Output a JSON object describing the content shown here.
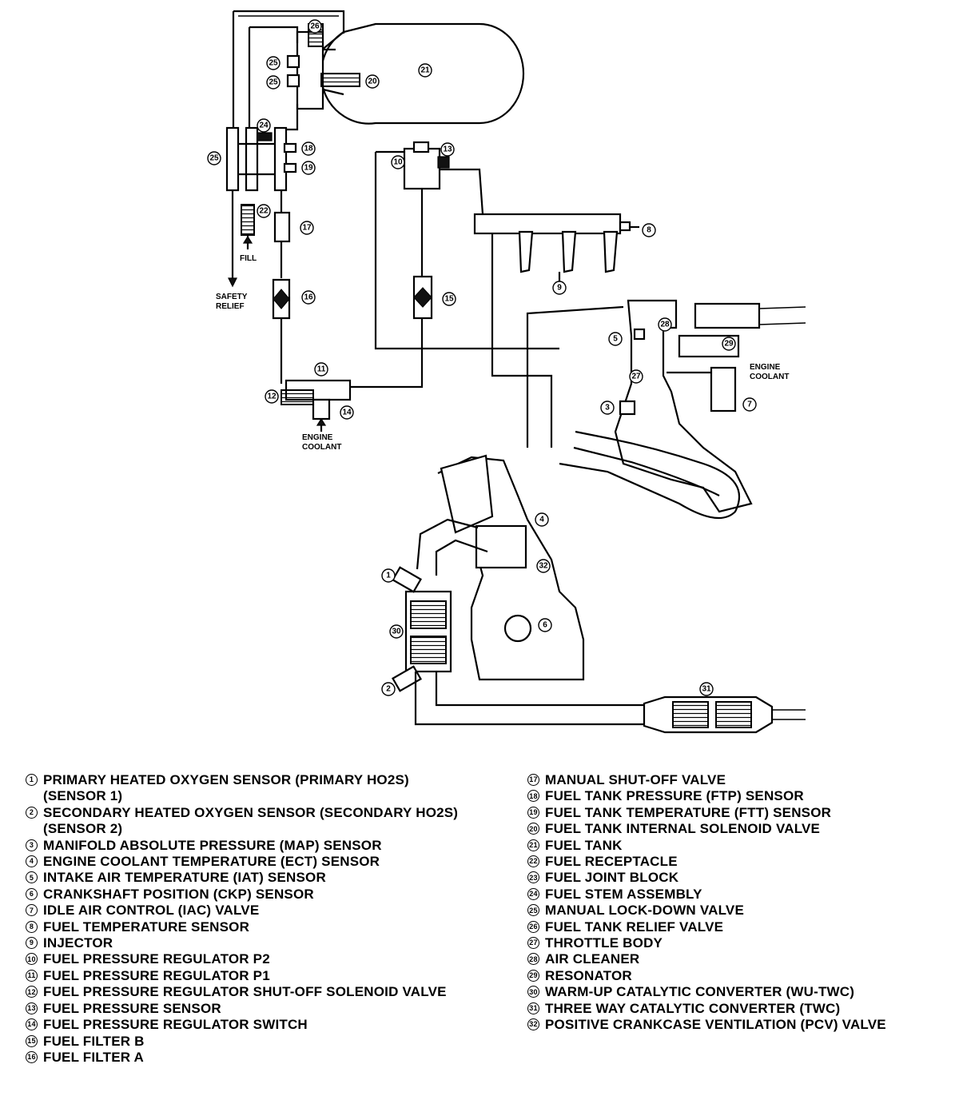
{
  "diagram": {
    "labels": {
      "safety_relief": [
        "SAFETY",
        "RELIEF"
      ],
      "fill": "FILL",
      "engine_coolant_left": [
        "ENGINE",
        "COOLANT"
      ],
      "engine_coolant_right": [
        "ENGINE",
        "COOLANT"
      ]
    },
    "callouts": [
      "1",
      "2",
      "3",
      "4",
      "5",
      "6",
      "7",
      "8",
      "9",
      "10",
      "11",
      "12",
      "13",
      "14",
      "15",
      "16",
      "17",
      "18",
      "19",
      "20",
      "21",
      "22",
      "24",
      "25",
      "25",
      "26",
      "27",
      "28",
      "29",
      "30",
      "31",
      "32"
    ]
  },
  "legend": {
    "left": [
      {
        "num": "1",
        "text": "PRIMARY HEATED OXYGEN SENSOR (PRIMARY HO2S) (SENSOR 1)"
      },
      {
        "num": "2",
        "text": "SECONDARY HEATED OXYGEN SENSOR (SECONDARY HO2S) (SENSOR 2)"
      },
      {
        "num": "3",
        "text": "MANIFOLD ABSOLUTE PRESSURE (MAP) SENSOR"
      },
      {
        "num": "4",
        "text": "ENGINE COOLANT TEMPERATURE (ECT) SENSOR"
      },
      {
        "num": "5",
        "text": "INTAKE AIR TEMPERATURE (IAT) SENSOR"
      },
      {
        "num": "6",
        "text": "CRANKSHAFT POSITION (CKP) SENSOR"
      },
      {
        "num": "7",
        "text": "IDLE AIR CONTROL (IAC) VALVE"
      },
      {
        "num": "8",
        "text": "FUEL TEMPERATURE SENSOR"
      },
      {
        "num": "9",
        "text": "INJECTOR"
      },
      {
        "num": "10",
        "text": "FUEL PRESSURE REGULATOR P2"
      },
      {
        "num": "11",
        "text": "FUEL PRESSURE REGULATOR P1"
      },
      {
        "num": "12",
        "text": "FUEL PRESSURE REGULATOR SHUT-OFF SOLENOID VALVE"
      },
      {
        "num": "13",
        "text": "FUEL PRESSURE SENSOR"
      },
      {
        "num": "14",
        "text": "FUEL PRESSURE REGULATOR SWITCH"
      },
      {
        "num": "15",
        "text": "FUEL FILTER B"
      },
      {
        "num": "16",
        "text": "FUEL FILTER A"
      }
    ],
    "right": [
      {
        "num": "17",
        "text": "MANUAL SHUT-OFF VALVE"
      },
      {
        "num": "18",
        "text": "FUEL TANK PRESSURE (FTP) SENSOR"
      },
      {
        "num": "19",
        "text": "FUEL TANK TEMPERATURE (FTT) SENSOR"
      },
      {
        "num": "20",
        "text": "FUEL TANK INTERNAL SOLENOID VALVE"
      },
      {
        "num": "21",
        "text": "FUEL TANK"
      },
      {
        "num": "22",
        "text": "FUEL RECEPTACLE"
      },
      {
        "num": "23",
        "text": "FUEL JOINT BLOCK"
      },
      {
        "num": "24",
        "text": "FUEL STEM ASSEMBLY"
      },
      {
        "num": "25",
        "text": "MANUAL LOCK-DOWN VALVE"
      },
      {
        "num": "26",
        "text": "FUEL TANK RELIEF VALVE"
      },
      {
        "num": "27",
        "text": "THROTTLE BODY"
      },
      {
        "num": "28",
        "text": "AIR CLEANER"
      },
      {
        "num": "29",
        "text": "RESONATOR"
      },
      {
        "num": "30",
        "text": "WARM-UP CATALYTIC CONVERTER (WU-TWC)"
      },
      {
        "num": "31",
        "text": "THREE WAY CATALYTIC CONVERTER (TWC)"
      },
      {
        "num": "32",
        "text": "POSITIVE CRANKCASE VENTILATION (PCV) VALVE"
      }
    ]
  }
}
